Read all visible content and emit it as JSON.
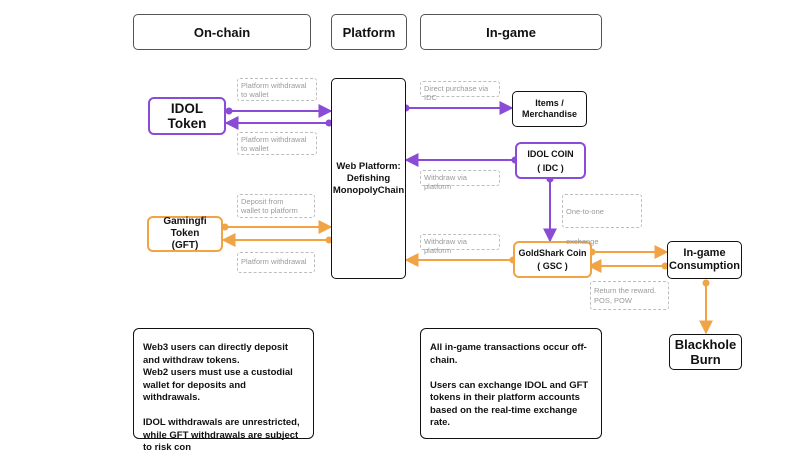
{
  "headers": {
    "onchain": "On-chain",
    "platform": "Platform",
    "ingame": "In-game"
  },
  "nodes": {
    "idol_token": "IDOL Token",
    "gamingfi_token": "Gamingfi Token\n(GFT)",
    "web_platform": "Web Platform:\nDefishing\nMonopolyChain",
    "items": "Items /\nMerchandise",
    "idol_coin": "IDOL  COIN\n( IDC )",
    "goldshark_coin": "GoldShark Coin\n( GSC )",
    "ingame_consumption": "In-game\nConsumption",
    "blackhole_burn": "Blackhole\nBurn"
  },
  "edge_labels": {
    "platform_withdrawal_top": "Platform withdrawal\nto wallet",
    "platform_withdrawal_bottom": "Platform withdrawal\nto wallet",
    "deposit_from_wallet": "Deposit from\nwallet to platform",
    "platform_withdrawal_gft": "Platform withdrawal",
    "direct_purchase": "Direct purchase via IDC",
    "withdraw_via_platform_1": "Withdraw via platform",
    "withdraw_via_platform_2": "Withdraw via platform",
    "one_to_one_exchange": "One-to-one exchange",
    "return_reward": "Return the reward.\nPOS, POW"
  },
  "notes": {
    "left": "Web3 users can directly deposit and withdraw tokens.\nWeb2 users must use a custodial wallet for deposits and withdrawals.\n\nIDOL withdrawals are unrestricted, while GFT withdrawals are subject to risk con",
    "right": "All in-game transactions occur off-chain.\n\nUsers can exchange IDOL and GFT tokens in their platform accounts based on the real-time exchange rate."
  },
  "colors": {
    "purple": "#8a4bd6",
    "orange": "#f0a445",
    "dark": "#111111",
    "dash": "#bdbdbd"
  }
}
